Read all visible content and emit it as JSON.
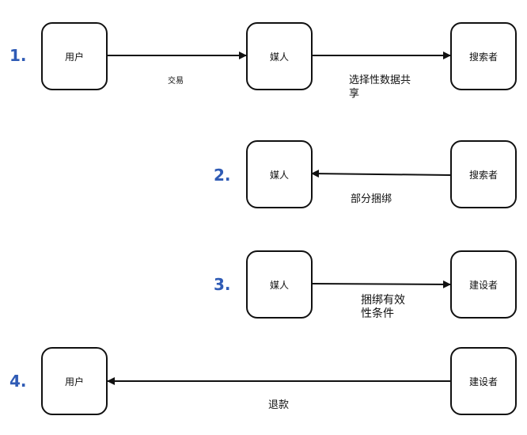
{
  "rows": [
    {
      "step": "1.",
      "nodes": [
        "用户",
        "媒人",
        "搜索者"
      ],
      "edges": [
        {
          "from": "用户",
          "to": "媒人",
          "label": "交易"
        },
        {
          "from": "媒人",
          "to": "搜索者",
          "label": "选择性数据共享"
        }
      ]
    },
    {
      "step": "2.",
      "nodes": [
        "媒人",
        "搜索者"
      ],
      "edges": [
        {
          "from": "搜索者",
          "to": "媒人",
          "label": "部分捆绑"
        }
      ]
    },
    {
      "step": "3.",
      "nodes": [
        "媒人",
        "建设者"
      ],
      "edges": [
        {
          "from": "媒人",
          "to": "建设者",
          "label": "捆绑有效性条件"
        }
      ]
    },
    {
      "step": "4.",
      "nodes": [
        "用户",
        "建设者"
      ],
      "edges": [
        {
          "from": "建设者",
          "to": "用户",
          "label": "退款"
        }
      ]
    }
  ]
}
